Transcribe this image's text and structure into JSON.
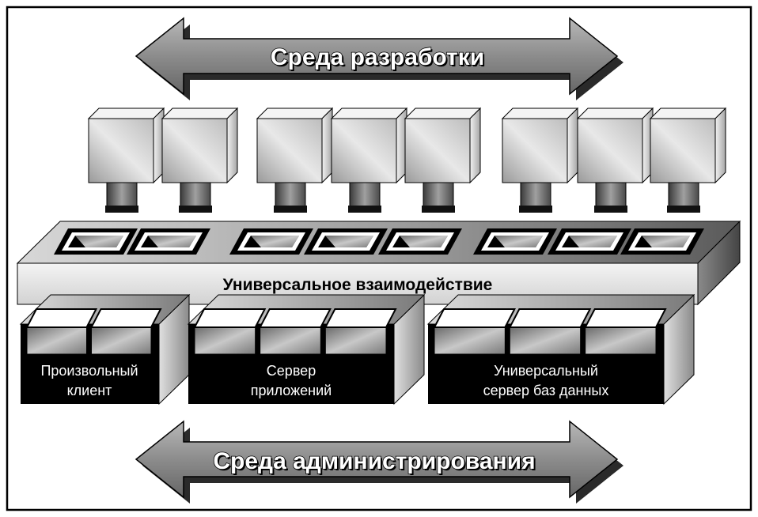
{
  "diagram": {
    "top_arrow_label": "Среда разработки",
    "bottom_arrow_label": "Среда администрирования",
    "bus_label": "Универсальное взаимодействие",
    "modules": [
      {
        "lines": [
          "Произвольный",
          "клиент"
        ]
      },
      {
        "lines": [
          "Сервер",
          "приложений"
        ]
      },
      {
        "lines": [
          "Универсальный",
          "сервер баз данных"
        ]
      }
    ],
    "colors": {
      "frame": "#000000",
      "module_body": "#000000",
      "bus_face": "#e6e6e6",
      "arrow_fill": "#8a8a8a"
    }
  }
}
